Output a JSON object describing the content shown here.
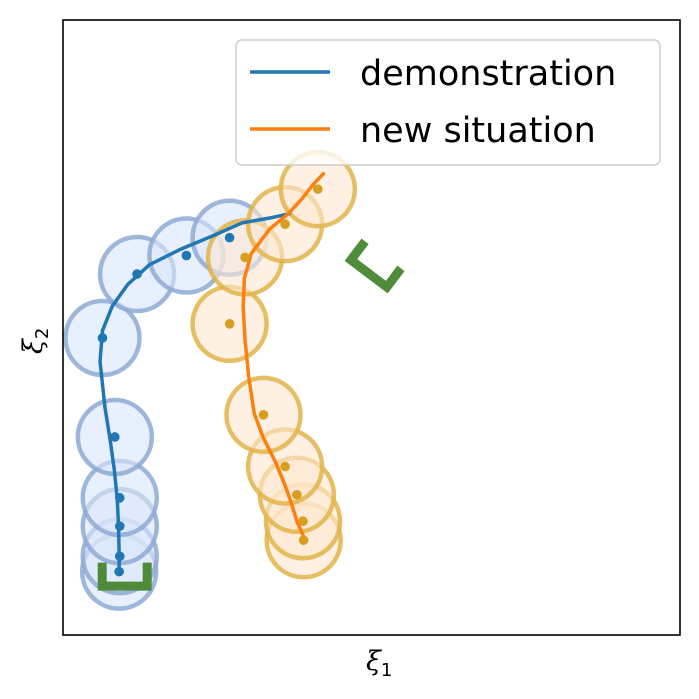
{
  "chart_data": {
    "type": "line",
    "title": "",
    "xlabel": {
      "base": "ξ",
      "sub": "1"
    },
    "ylabel": {
      "base": "ξ",
      "sub": "2"
    },
    "xlim": [
      0,
      100
    ],
    "ylim": [
      0,
      100
    ],
    "xticks": [],
    "yticks": [],
    "grid": false,
    "legend_position": "top-right",
    "colors": {
      "demonstration": "#1f77b4",
      "new_situation": "#ff7f0e",
      "demo_waypoint_fill": "#dbe6fb",
      "demo_waypoint_edge": "#8eaad4",
      "new_waypoint_fill": "#fde8d0",
      "new_waypoint_edge": "#e2b449",
      "new_waypoint_dot": "#d99e1f",
      "goal_marker": "#4f8c3a"
    },
    "series": [
      {
        "name": "demonstration",
        "line_x": [
          9.1,
          9.1,
          9.0,
          8.8,
          8.3,
          7.6,
          6.8,
          6.0,
          6.4,
          8.0,
          10.5,
          14.0,
          19.0,
          24.5,
          29.0,
          33.5,
          36.7
        ],
        "line_y": [
          10.8,
          13.0,
          17.7,
          22.0,
          27.0,
          32.0,
          37.0,
          44.5,
          49.5,
          53.5,
          57.0,
          60.2,
          62.7,
          65.0,
          67.0,
          67.8,
          68.5
        ],
        "waypoints_x": [
          9.1,
          9.2,
          9.2,
          9.2,
          8.4,
          6.4,
          12.0,
          20.0,
          27.0
        ],
        "waypoints_y": [
          10.3,
          12.8,
          17.7,
          22.3,
          32.2,
          48.3,
          58.7,
          61.7,
          64.6
        ]
      },
      {
        "name": "new situation",
        "line_x": [
          39.0,
          37.9,
          37.0,
          36.0,
          34.5,
          32.5,
          31.0,
          30.1,
          29.5,
          29.2,
          29.4,
          30.5,
          33.5,
          36.5,
          38.8,
          40.5,
          42.2
        ],
        "line_y": [
          16.0,
          18.5,
          21.5,
          24.3,
          28.0,
          32.0,
          36.0,
          42.0,
          48.0,
          53.5,
          58.0,
          62.0,
          66.0,
          68.5,
          71.0,
          73.2,
          75.0
        ],
        "waypoints_x": [
          39.0,
          38.9,
          37.9,
          36.0,
          32.5,
          27.0,
          29.5,
          36.0,
          41.3
        ],
        "waypoints_y": [
          15.4,
          18.5,
          22.8,
          27.4,
          35.8,
          50.6,
          61.4,
          66.8,
          72.5
        ]
      }
    ],
    "goal_markers": [
      {
        "label": "demonstration goal",
        "x": 10.0,
        "y": 9.5,
        "angle_deg": 0
      },
      {
        "label": "new goal",
        "x": 50.5,
        "y": 60.0,
        "angle_deg": 37
      }
    ],
    "legend": {
      "entries": [
        "demonstration",
        "new situation"
      ]
    }
  }
}
